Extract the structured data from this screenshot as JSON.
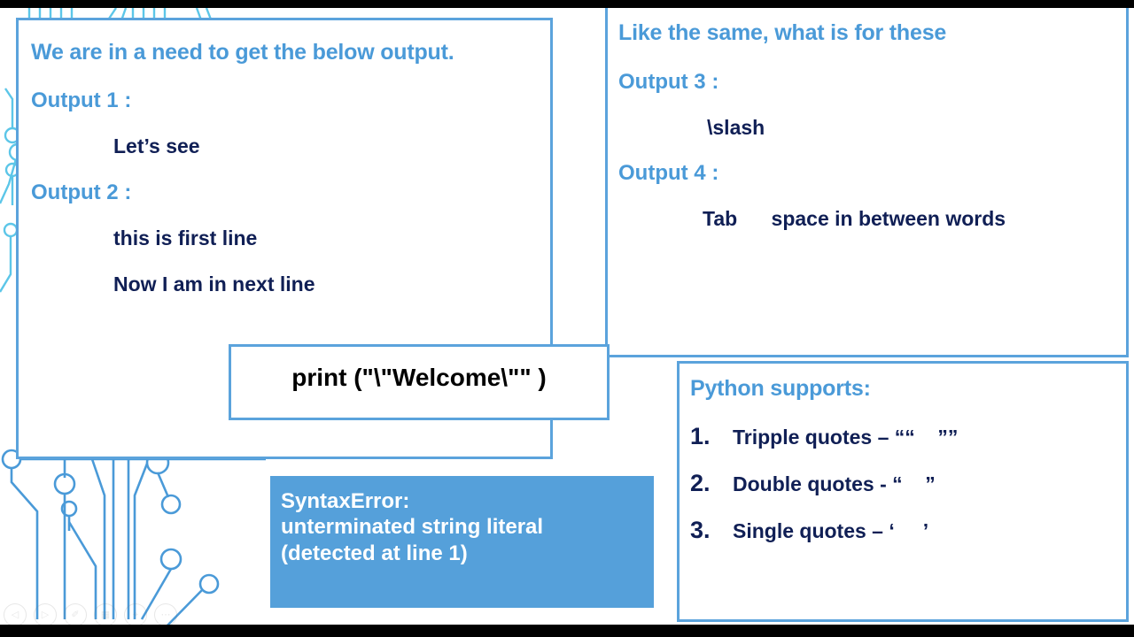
{
  "slide": {
    "accent_blue": "#4a9ad8",
    "border_blue": "#5ba3dc",
    "navy": "#101f55",
    "error_bg": "#55a0da",
    "background": "#ffffff"
  },
  "left_panel": {
    "heading": "We are in a need to get the below output.",
    "blocks": [
      {
        "label": "Output 1 :",
        "lines": [
          "Let’s see"
        ]
      },
      {
        "label": "Output 2 :",
        "lines": [
          "this is first line",
          "Now I am in next line"
        ]
      }
    ]
  },
  "right_top_panel": {
    "heading": "Like the same, what is for these",
    "blocks": [
      {
        "label": "Output 3 :",
        "lines": [
          "\\slash"
        ]
      },
      {
        "label": "Output 4 :",
        "lines": [
          "Tab      space in between words"
        ]
      }
    ]
  },
  "code_box": {
    "code": "print (\"\\\"Welcome\\\"\" )"
  },
  "error_box": {
    "lines": [
      "SyntaxError:",
      "unterminated string literal",
      "(detected at line 1)"
    ]
  },
  "right_bottom_panel": {
    "heading": "Python supports:",
    "items": [
      {
        "number": "1.",
        "text": "Tripple quotes – ““    ””"
      },
      {
        "number": "2.",
        "text": "Double quotes - “    ”"
      },
      {
        "number": "3.",
        "text": "Single quotes – ‘     ’"
      }
    ]
  },
  "player_controls": {
    "buttons": [
      "prev-icon",
      "play-icon",
      "pen-icon",
      "grid-icon",
      "pointer-icon",
      "more-icon"
    ],
    "glyphs": [
      "◁",
      "▷",
      "✐",
      "▦",
      "⌖",
      "⋯"
    ]
  }
}
